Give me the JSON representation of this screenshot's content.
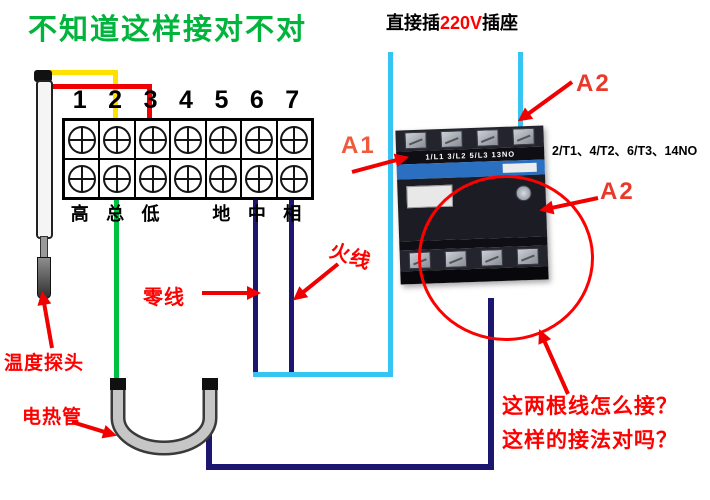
{
  "title": "不知道这样接对不对",
  "socket": {
    "prefix": "直接插",
    "voltage": "220V",
    "suffix": "插座"
  },
  "terminal_block": {
    "numbers": [
      "1",
      "2",
      "3",
      "4",
      "5",
      "6",
      "7"
    ],
    "labels": [
      "高",
      "总",
      "低",
      "",
      "地",
      "中",
      "相"
    ]
  },
  "contactor": {
    "top_terminals": "1/L1 3/L2 5/L3 13NO",
    "output_terminals": "2/T1、4/T2、6/T3、14NO",
    "coil_a1": "A1",
    "coil_a2_top": "A2",
    "coil_a2_side": "A2"
  },
  "wire_labels": {
    "neutral": "零线",
    "live": "火线",
    "probe": "温度探头",
    "heater": "电热管"
  },
  "questions": [
    "这两根线怎么接？",
    "这样的接法对吗？"
  ],
  "colors": {
    "title_green": "#00b43c",
    "label_red": "#ff0000",
    "wire_red": "#f00000",
    "wire_yellow": "#ffe100",
    "wire_green": "#00c040",
    "wire_navy": "#1c1670",
    "wire_cyan": "#36c5f2"
  }
}
